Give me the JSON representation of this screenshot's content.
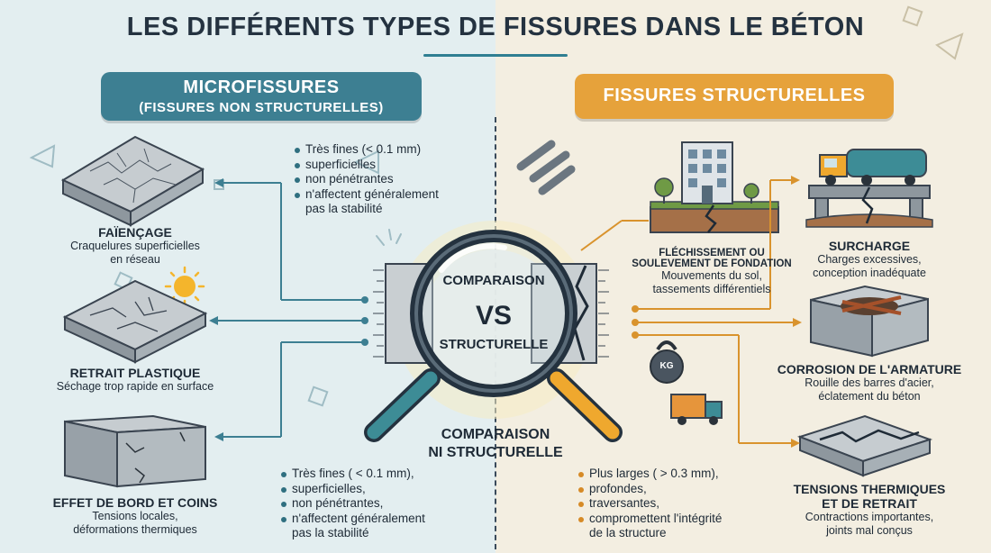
{
  "title": "LES DIFFÉRENTS TYPES DE FISSURES DANS LE BÉTON",
  "left_banner": {
    "line1": "MICROFISSURES",
    "line2": "(FISSURES NON STRUCTURELLES)"
  },
  "right_banner": {
    "line1": "FISSURES STRUCTURELLES"
  },
  "left_items": [
    {
      "title": "FAÏENÇAGE",
      "desc1": "Craquelures superficielles",
      "desc2": "en réseau"
    },
    {
      "title": "RETRAIT PLASTIQUE",
      "desc1": "Séchage trop rapide en surface",
      "desc2": ""
    },
    {
      "title": "EFFET DE BORD ET COINS",
      "desc1": "Tensions locales,",
      "desc2": "déformations thermiques"
    }
  ],
  "right_items": [
    {
      "title1": "FLÉCHISSEMENT OU",
      "title2": "SOULEVEMENT DE FONDATION",
      "desc1": "Mouvements du sol,",
      "desc2": "tassements différentiels"
    },
    {
      "title1": "SURCHARGE",
      "title2": "",
      "desc1": "Charges excessives,",
      "desc2": "conception inadéquate"
    },
    {
      "title1": "CORROSION DE L'ARMATURE",
      "title2": "",
      "desc1": "Rouille des barres d'acier,",
      "desc2": "éclatement du béton"
    },
    {
      "title1": "TENSIONS THERMIQUES",
      "title2": "ET DE RETRAIT",
      "desc1": "Contractions importantes,",
      "desc2": "joints mal conçus"
    }
  ],
  "top_bullets": [
    "Très fines (< 0.1 mm)",
    "superficielles",
    "non pénétrantes",
    "n'affectent généralement",
    "pas la stabilité"
  ],
  "bottom_left_bullets": [
    "Très fines ( < 0.1 mm),",
    "superficielles,",
    "non pénétrantes,",
    "n'affectent généralement",
    "pas la stabilité"
  ],
  "bottom_right_bullets": [
    "Plus larges ( > 0.3 mm),",
    "profondes,",
    "traversantes,",
    "compromettent l'intégrité",
    "de la structure"
  ],
  "center": {
    "top": "COMPARAISON",
    "vs": "VS",
    "bottom": "STRUCTURELLE",
    "below1": "COMPARAISON",
    "below2": "NI STRUCTURELLE"
  },
  "kg_label": "KG",
  "colors": {
    "teal": "#3d7f92",
    "orange": "#e6a23b",
    "dark": "#243240"
  }
}
